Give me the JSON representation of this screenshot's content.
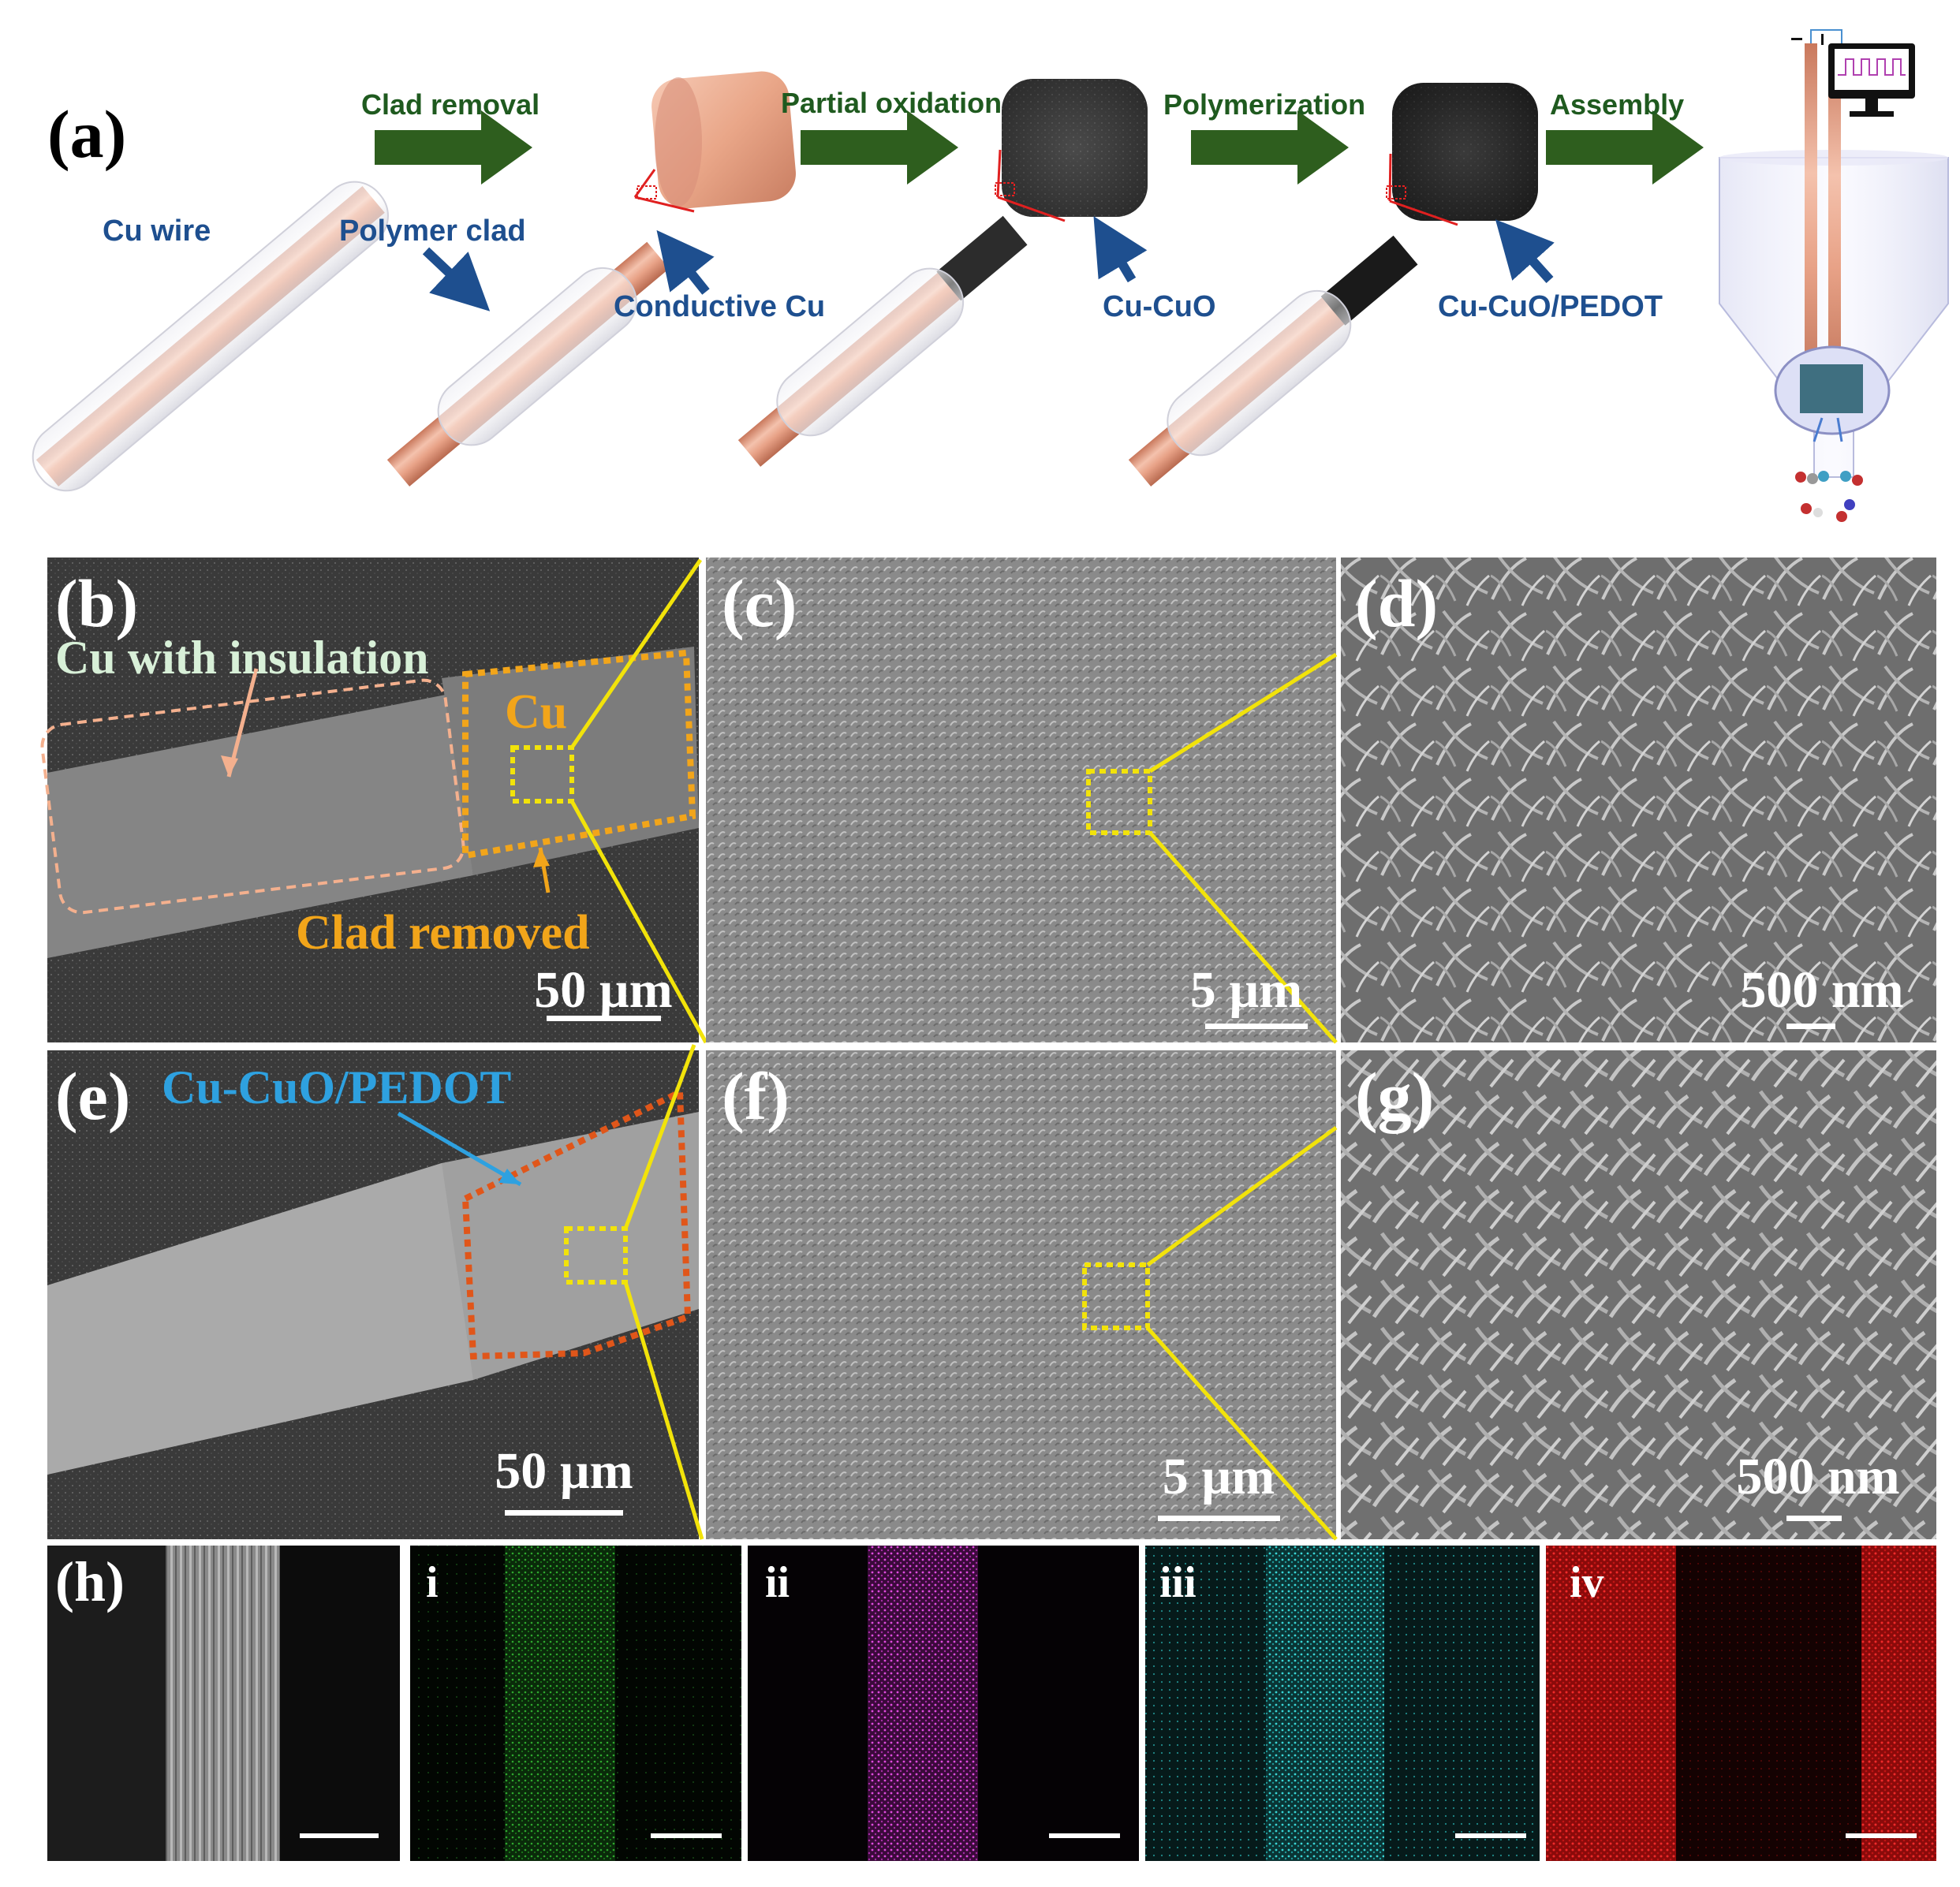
{
  "panel_a": {
    "letter": "(a)",
    "steps": [
      "Clad removal",
      "Partial oxidation",
      "Polymerization",
      "Assembly"
    ],
    "labels": {
      "cu_wire": "Cu wire",
      "polymer_clad": "Polymer clad",
      "conductive_cu": "Conductive Cu",
      "cu_cuo": "Cu-CuO",
      "cu_cuo_pedot": "Cu-CuO/PEDOT"
    }
  },
  "panel_b": {
    "letter": "(b)",
    "cu_with_insulation": "Cu with insulation",
    "cu": "Cu",
    "clad_removed": "Clad removed",
    "scale": "50 µm"
  },
  "panel_c": {
    "letter": "(c)",
    "scale": "5 µm"
  },
  "panel_d": {
    "letter": "(d)",
    "scale": "500 nm"
  },
  "panel_e": {
    "letter": "(e)",
    "label": "Cu-CuO/PEDOT",
    "scale": "50 µm"
  },
  "panel_f": {
    "letter": "(f)",
    "scale": "5 µm"
  },
  "panel_g": {
    "letter": "(g)",
    "scale": "500 nm"
  },
  "panel_h": {
    "letter": "(h)",
    "maps": [
      "i",
      "ii",
      "iii",
      "iv"
    ]
  },
  "colors": {
    "arrow_green": "#2e5e1e",
    "label_blue": "#1e4f8f",
    "copper": "#e7a98f",
    "yellow_box": "#f2e30a",
    "orange_box": "#f2a51a",
    "red_box": "#e0561a",
    "map_green": "#2ea82e",
    "map_magenta": "#d633d6",
    "map_cyan": "#2ec9c9",
    "map_red": "#e01a1a"
  }
}
